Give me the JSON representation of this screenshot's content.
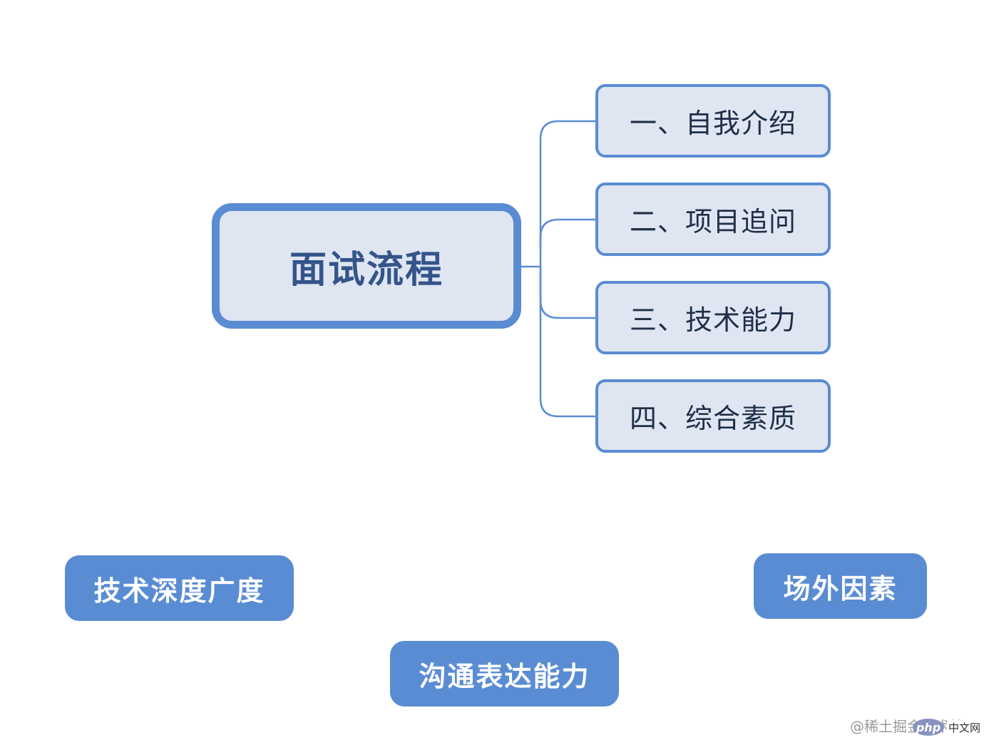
{
  "diagram": {
    "root": {
      "label": "面试流程"
    },
    "branches": [
      {
        "label": "一、自我介绍"
      },
      {
        "label": "二、项目追问"
      },
      {
        "label": "三、技术能力"
      },
      {
        "label": "四、综合素质"
      }
    ],
    "tags": [
      {
        "label": "技术深度广度"
      },
      {
        "label": "沟通表达能力"
      },
      {
        "label": "场外因素"
      }
    ]
  },
  "watermark": {
    "text": "@稀土掘金技术社区",
    "logo_text": "php",
    "site_text": "中文网"
  },
  "colors": {
    "node_fill": "#dfe6f2",
    "node_border": "#5a8cd3",
    "root_text": "#34548a",
    "branch_text": "#1f2f48",
    "tag_fill": "#5a8cd3",
    "tag_text": "#ffffff"
  }
}
